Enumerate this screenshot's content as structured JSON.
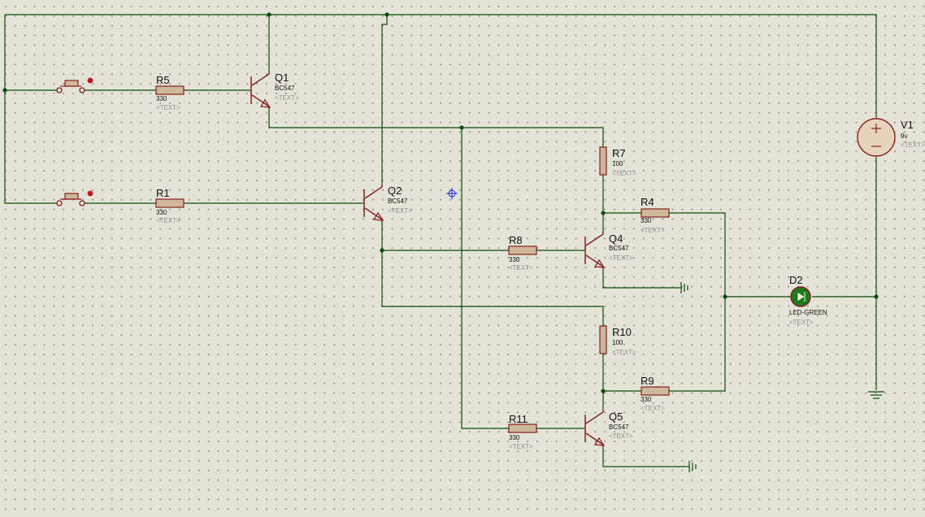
{
  "colors": {
    "background": "#e3e3d7",
    "wire": "#0b4d0b",
    "component": "#8a1e1e",
    "resistor_fill": "#cdb99a",
    "led_fill": "#1f7a1f",
    "battery_fill": "#e6d3bb",
    "placeholder_text": "#8f8f8f",
    "cursor": "#2222cc"
  },
  "components": {
    "r5": {
      "ref": "R5",
      "value": "330",
      "text": "<TEXT>"
    },
    "r1": {
      "ref": "R1",
      "value": "330",
      "text": "<TEXT>"
    },
    "q1": {
      "ref": "Q1",
      "value": "BC547",
      "text": "<TEXT>"
    },
    "q2": {
      "ref": "Q2",
      "value": "BC547",
      "text": "<TEXT>"
    },
    "r7": {
      "ref": "R7",
      "value": "100",
      "text": "<TEXT>"
    },
    "r4": {
      "ref": "R4",
      "value": "330",
      "text": "<TEXT>"
    },
    "r8": {
      "ref": "R8",
      "value": "330",
      "text": "<TEXT>"
    },
    "q4": {
      "ref": "Q4",
      "value": "BC547",
      "text": "<TEXT>"
    },
    "r10": {
      "ref": "R10",
      "value": "100",
      "text": "<TEXT>"
    },
    "r9": {
      "ref": "R9",
      "value": "330",
      "text": "<TEXT>"
    },
    "r11": {
      "ref": "R11",
      "value": "330",
      "text": "<TEXT>"
    },
    "q5": {
      "ref": "Q5",
      "value": "BC547",
      "text": "<TEXT>"
    },
    "d2": {
      "ref": "D2",
      "value": "LED-GREEN",
      "text": "<TEXT>"
    },
    "v1": {
      "ref": "V1",
      "value": "9v",
      "text": "<TEXT>"
    }
  },
  "icons": {
    "push_button": "push-button-switch-icon",
    "npn_transistor": "npn-transistor-icon",
    "resistor": "resistor-icon",
    "led": "led-icon",
    "battery": "dc-voltage-source-icon",
    "ground": "ground-icon",
    "cursor": "crosshair-cursor-icon"
  }
}
